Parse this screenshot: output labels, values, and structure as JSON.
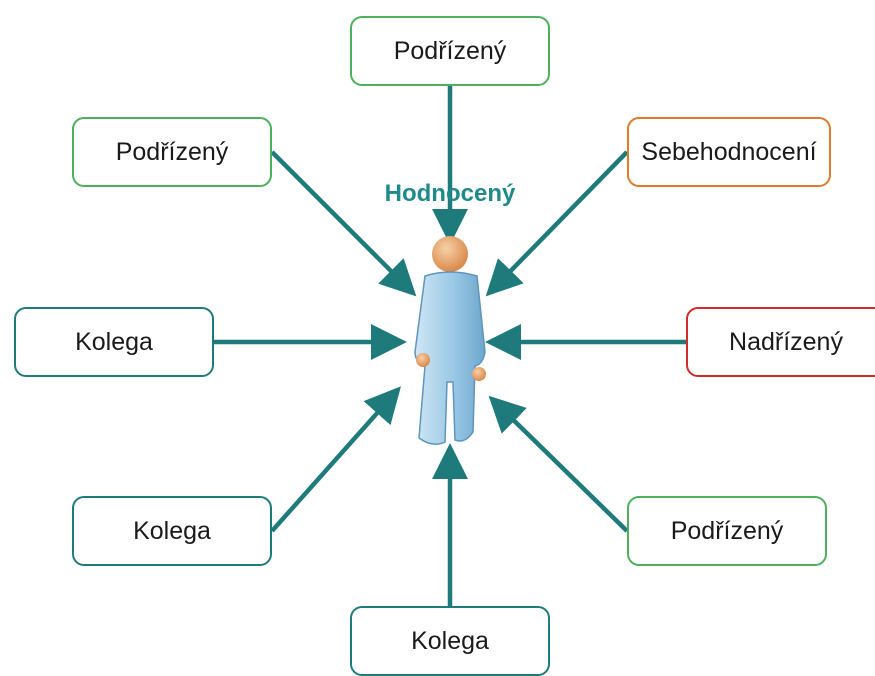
{
  "center": {
    "label": "Hodnocený"
  },
  "nodes": [
    {
      "id": "top",
      "label": "Podřízený",
      "border_color": "#4cb05c"
    },
    {
      "id": "ul",
      "label": "Podřízený",
      "border_color": "#4cb05c"
    },
    {
      "id": "ur",
      "label": "Sebehodnocení",
      "border_color": "#e07b2c"
    },
    {
      "id": "left",
      "label": "Kolega",
      "border_color": "#1f7b7b"
    },
    {
      "id": "right",
      "label": "Nadřízený",
      "border_color": "#d12a2a"
    },
    {
      "id": "ll",
      "label": "Kolega",
      "border_color": "#1f7b7b"
    },
    {
      "id": "lr",
      "label": "Podřízený",
      "border_color": "#4cb05c"
    },
    {
      "id": "bottom",
      "label": "Kolega",
      "border_color": "#1f7b7b"
    }
  ],
  "colors": {
    "arrow": "#1f7b7b",
    "title": "#1f8a8a",
    "person_body": "#9ac8e6",
    "person_head": "#e8a56a"
  },
  "icons": {
    "center": "person-icon"
  }
}
